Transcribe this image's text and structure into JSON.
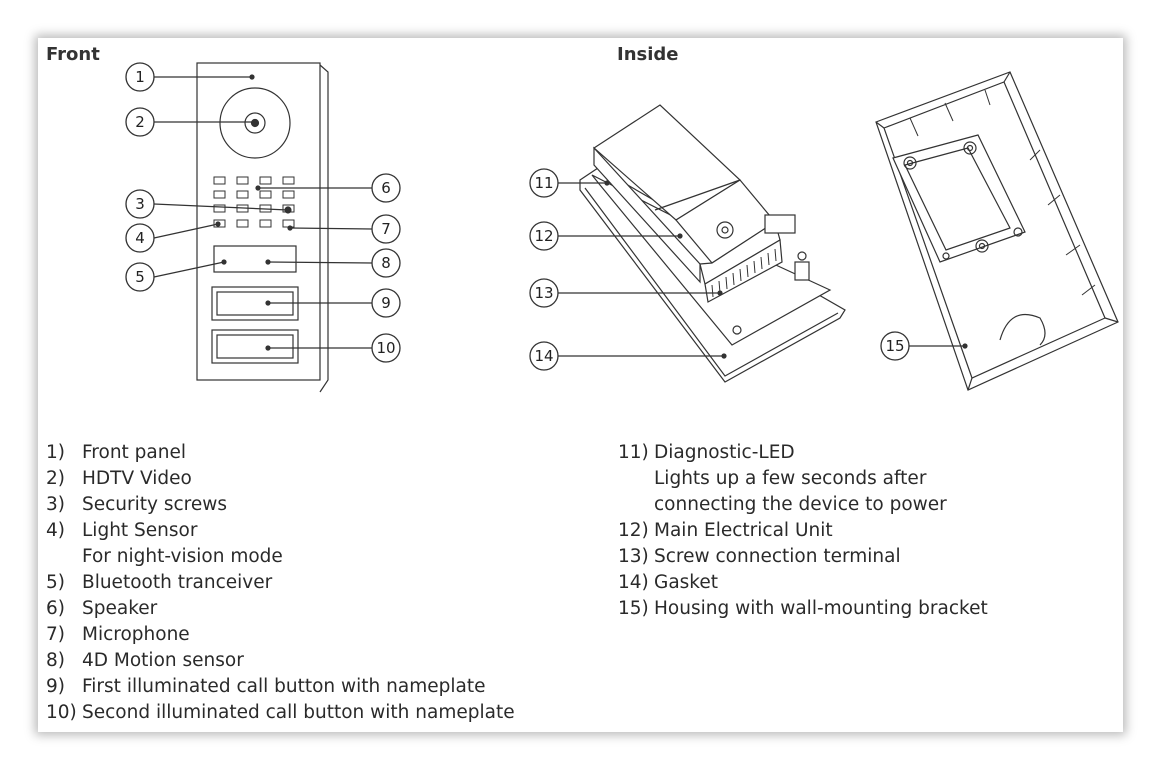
{
  "front": {
    "title": "Front",
    "callouts": [
      "1",
      "2",
      "3",
      "4",
      "5",
      "6",
      "7",
      "8",
      "9",
      "10"
    ]
  },
  "inside": {
    "title": "Inside",
    "callouts": [
      "11",
      "12",
      "13",
      "14",
      "15"
    ]
  },
  "legend_left": [
    {
      "num": "1)",
      "lines": [
        "Front panel"
      ]
    },
    {
      "num": "2)",
      "lines": [
        "HDTV Video"
      ]
    },
    {
      "num": "3)",
      "lines": [
        "Security screws"
      ]
    },
    {
      "num": "4)",
      "lines": [
        "Light Sensor",
        "For night-vision mode"
      ]
    },
    {
      "num": "5)",
      "lines": [
        "Bluetooth tranceiver"
      ]
    },
    {
      "num": "6)",
      "lines": [
        "Speaker"
      ]
    },
    {
      "num": "7)",
      "lines": [
        "Microphone"
      ]
    },
    {
      "num": "8)",
      "lines": [
        "4D Motion sensor"
      ]
    },
    {
      "num": "9)",
      "lines": [
        "First illuminated call button with nameplate"
      ]
    },
    {
      "num": "10)",
      "lines": [
        "Second illuminated call button with nameplate"
      ]
    }
  ],
  "legend_right": [
    {
      "num": "11)",
      "lines": [
        "Diagnostic-LED",
        "Lights up a few seconds after",
        "connecting the device to power"
      ]
    },
    {
      "num": "12)",
      "lines": [
        "Main Electrical Unit"
      ]
    },
    {
      "num": "13)",
      "lines": [
        "Screw connection terminal"
      ]
    },
    {
      "num": "14)",
      "lines": [
        "Gasket"
      ]
    },
    {
      "num": "15)",
      "lines": [
        "Housing with wall-mounting bracket"
      ]
    }
  ]
}
